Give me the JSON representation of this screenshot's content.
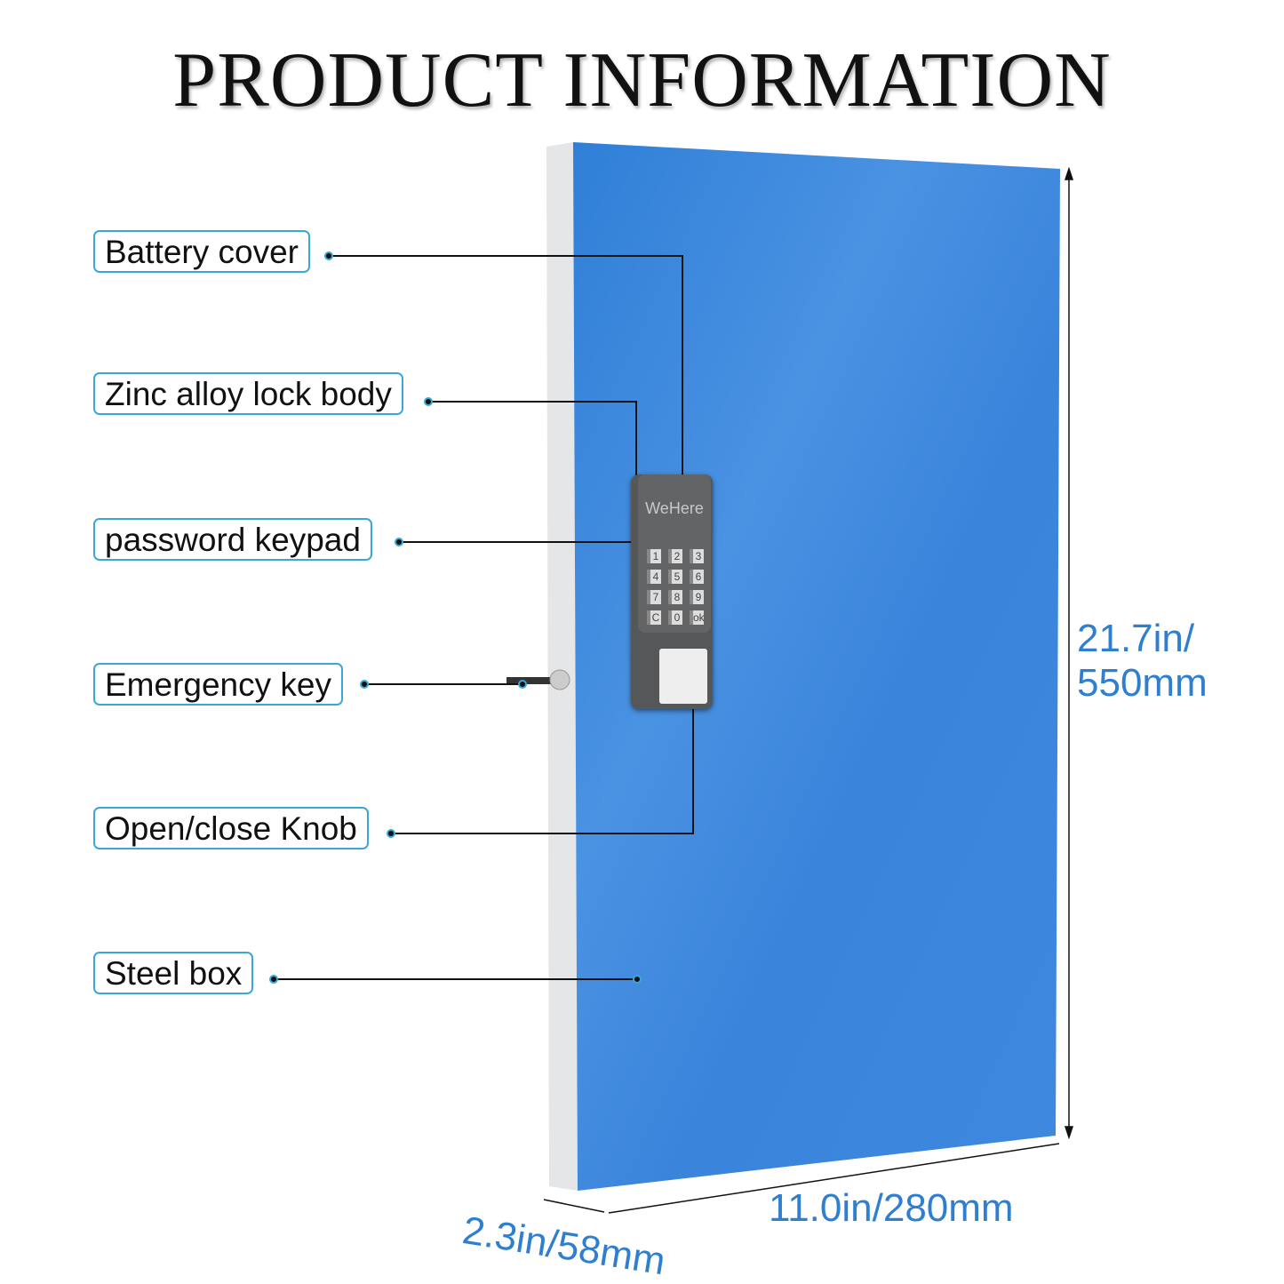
{
  "title": "PRODUCT INFORMATION",
  "labels": {
    "battery_cover": "Battery cover",
    "lock_body": "Zinc alloy lock body",
    "keypad": "password keypad",
    "emergency_key": "Emergency key",
    "knob": "Open/close Knob",
    "steel_box": "Steel box"
  },
  "lock": {
    "brand": "WeHere",
    "keys": [
      "1",
      "2",
      "3",
      "4",
      "5",
      "6",
      "7",
      "8",
      "9",
      "C",
      "0",
      "ok"
    ]
  },
  "dimensions": {
    "height_line1": "21.7in/",
    "height_line2": "550mm",
    "width": "11.0in/280mm",
    "depth": "2.3in/58mm"
  },
  "colors": {
    "box": "#3a86dc",
    "accent": "#3aa7d6",
    "dim_text": "#2f7fd0"
  }
}
